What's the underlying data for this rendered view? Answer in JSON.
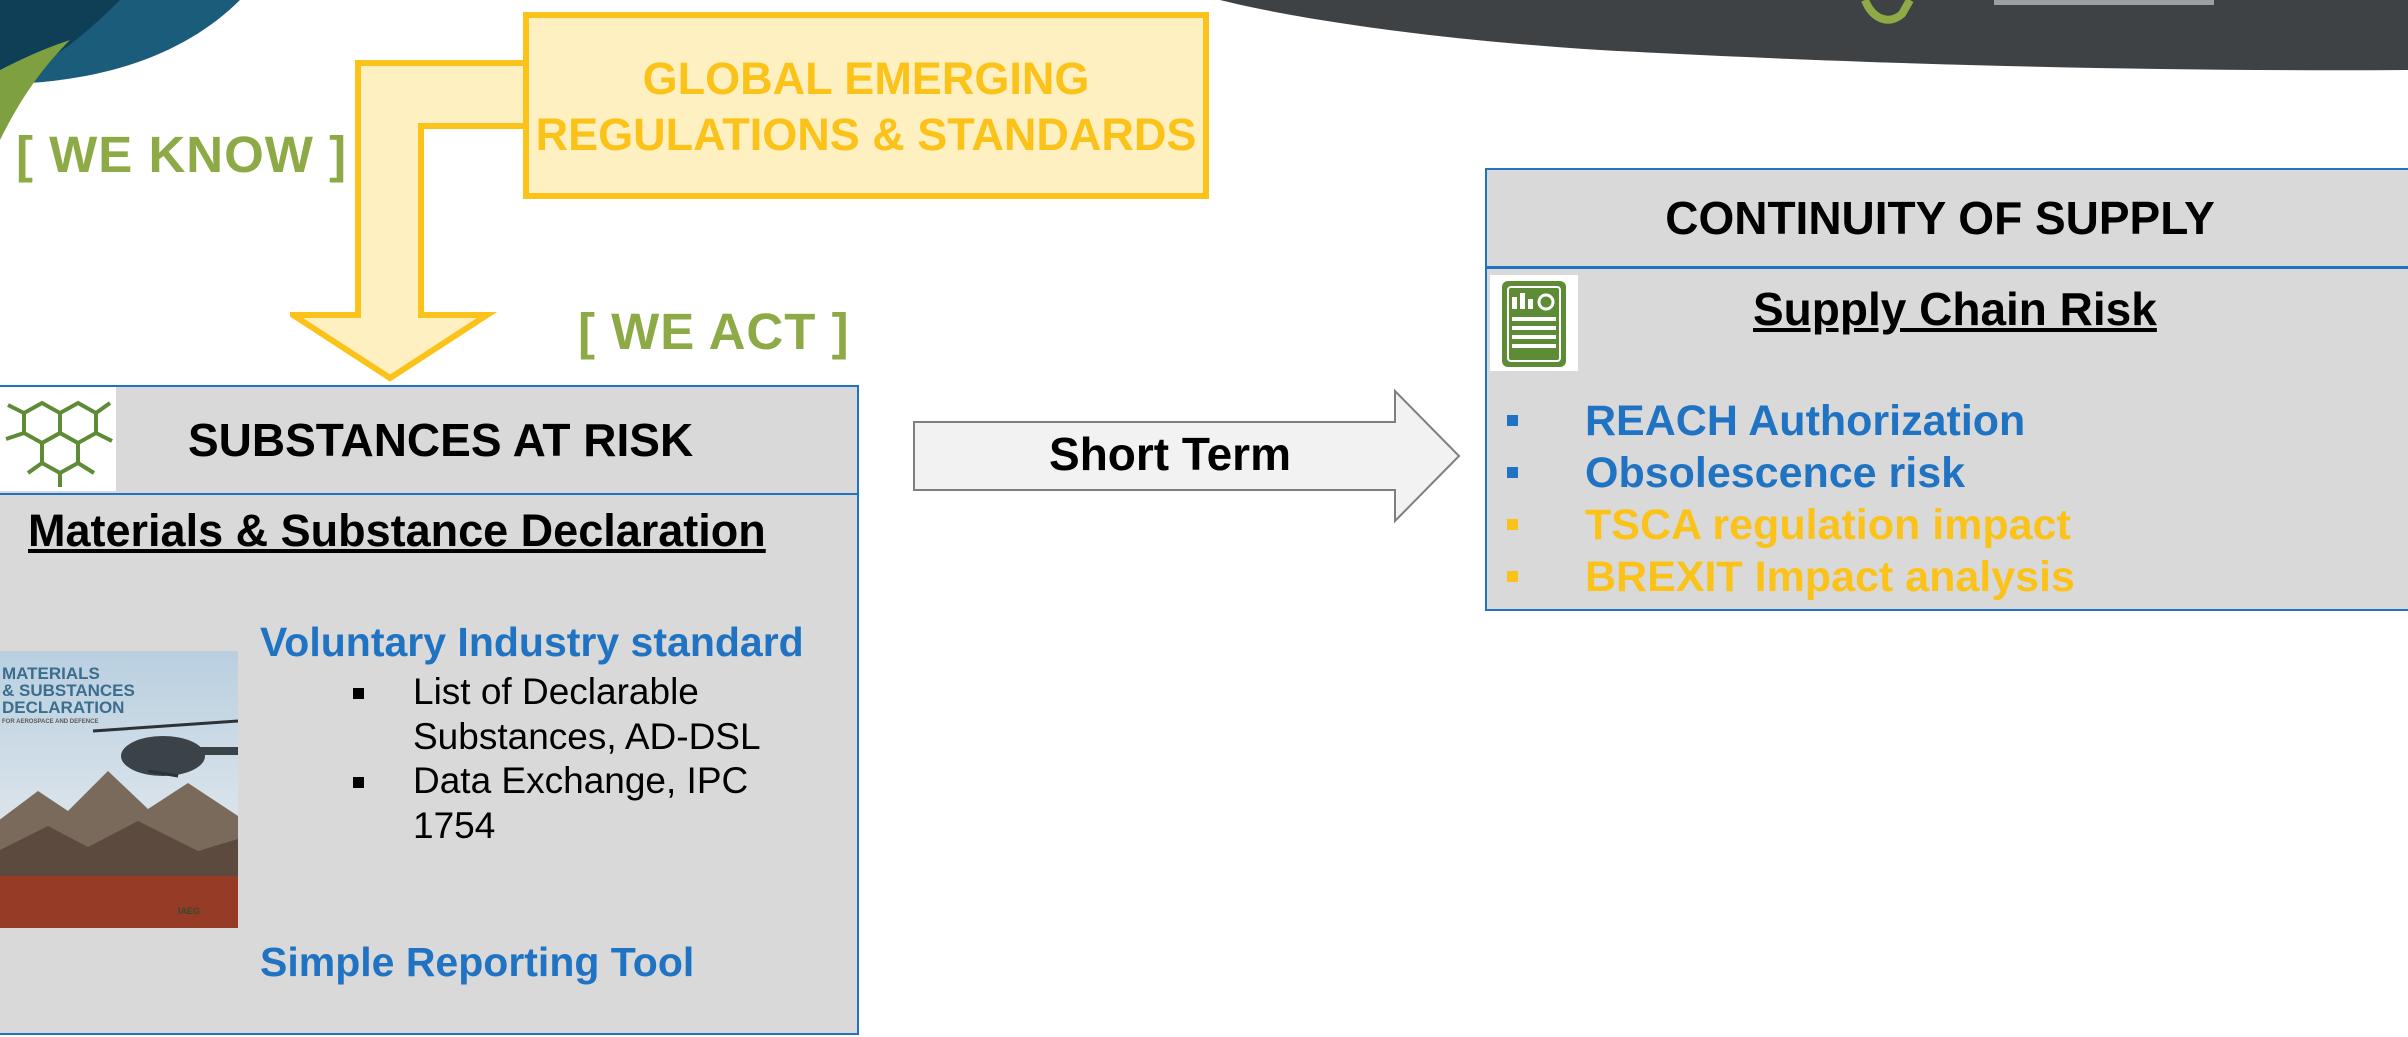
{
  "colors": {
    "gold": "#FBC31A",
    "gold_fill": "#FEF0C0",
    "green": "#8EAA47",
    "blue": "#1F73C2",
    "panel_gray": "#D9D9D9",
    "dark_banner": "#3F4245"
  },
  "regulations": {
    "line1": "GLOBAL EMERGING",
    "line2": "REGULATIONS & STANDARDS"
  },
  "tags": {
    "we_know": "[ WE KNOW ]",
    "we_act": "[ WE ACT ]"
  },
  "substances": {
    "icon": "molecule-icon",
    "title": "SUBSTANCES AT RISK",
    "subtitle": "Materials & Substance Declaration",
    "cover": {
      "title_lines": [
        "MATERIALS",
        "& SUBSTANCES",
        "DECLARATION"
      ],
      "subtitle": "FOR AEROSPACE AND DEFENCE",
      "logo": "IAEG"
    },
    "voluntary_title": "Voluntary Industry standard",
    "items": [
      "List of Declarable Substances, AD-DSL",
      "Data Exchange, IPC 1754"
    ],
    "tool": "Simple Reporting Tool"
  },
  "arrow": {
    "label": "Short Term"
  },
  "continuity": {
    "title": "CONTINUITY OF SUPPLY",
    "icon": "report-document-icon",
    "subtitle": "Supply Chain Risk",
    "items": [
      {
        "text": "REACH Authorization",
        "color": "#1F73C2"
      },
      {
        "text": "Obsolescence risk",
        "color": "#1F73C2"
      },
      {
        "text": "TSCA regulation impact",
        "color": "#FBC31A"
      },
      {
        "text": "BREXIT  Impact analysis",
        "color": "#FBC31A"
      }
    ]
  }
}
